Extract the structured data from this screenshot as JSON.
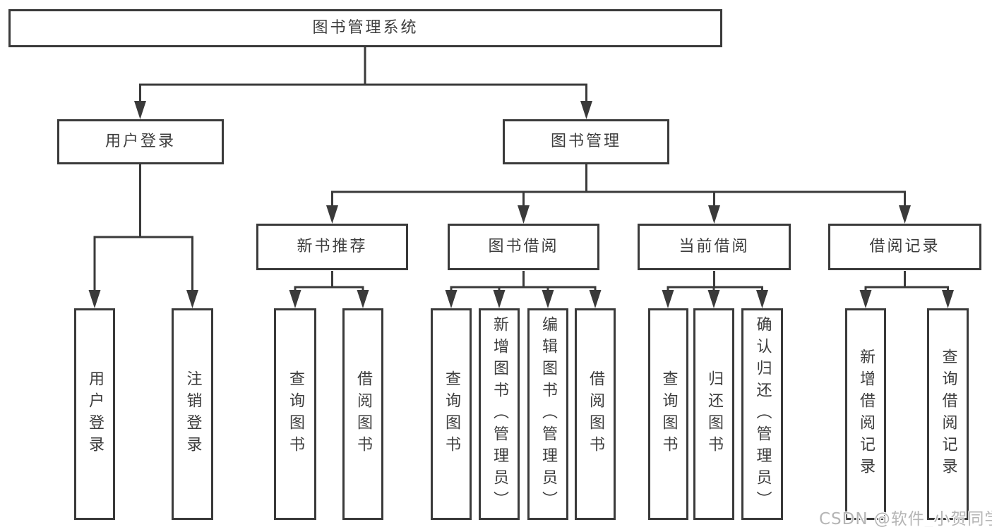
{
  "colors": {
    "line": "#3a3a3a",
    "text": "#3d3d3d",
    "background": "#ffffff",
    "watermark": "#b5b5b5"
  },
  "watermark": "CSDN @软件_小贺同学",
  "tree": {
    "label": "图书管理系统",
    "children": [
      {
        "label": "用户登录",
        "children": [
          {
            "label": "用户登录"
          },
          {
            "label": "注销登录"
          }
        ]
      },
      {
        "label": "图书管理",
        "children": [
          {
            "label": "新书推荐",
            "children": [
              {
                "label": "查询图书"
              },
              {
                "label": "借阅图书"
              }
            ]
          },
          {
            "label": "图书借阅",
            "children": [
              {
                "label": "查询图书"
              },
              {
                "label": "新增图书（管理员）"
              },
              {
                "label": "编辑图书（管理员）"
              },
              {
                "label": "借阅图书"
              }
            ]
          },
          {
            "label": "当前借阅",
            "children": [
              {
                "label": "查询图书"
              },
              {
                "label": "归还图书"
              },
              {
                "label": "确认归还（管理员）"
              }
            ]
          },
          {
            "label": "借阅记录",
            "children": [
              {
                "label": "新增借阅记录"
              },
              {
                "label": "查询借阅记录"
              }
            ]
          }
        ]
      }
    ]
  }
}
